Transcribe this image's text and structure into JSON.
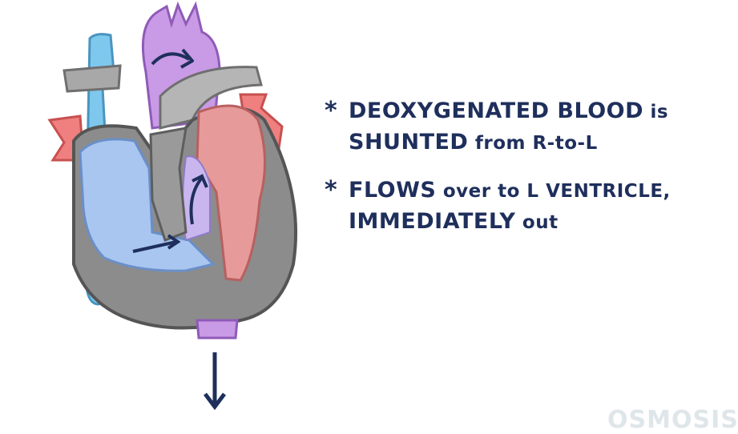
{
  "notes": [
    {
      "prefix": "DEOXYGENATED BLOOD",
      "suffix": " is",
      "line2_a": "SHUNTED",
      "line2_b": " from R-to-L"
    },
    {
      "prefix": "FLOWS",
      "suffix": " over to L VENTRICLE,",
      "line2_a": "IMMEDIATELY",
      "line2_b": " out"
    }
  ],
  "bullet": "*",
  "logo": "OSMOSIS",
  "colors": {
    "text": "#1f2f5c",
    "deoxygenated": "#a9c6f0",
    "oxygenated": "#e69a9a",
    "muscle": "#8c8c8c",
    "aorta": "#c99ae6",
    "vena_cava": "#7ec8ee",
    "pulmonary": "#f08080"
  }
}
